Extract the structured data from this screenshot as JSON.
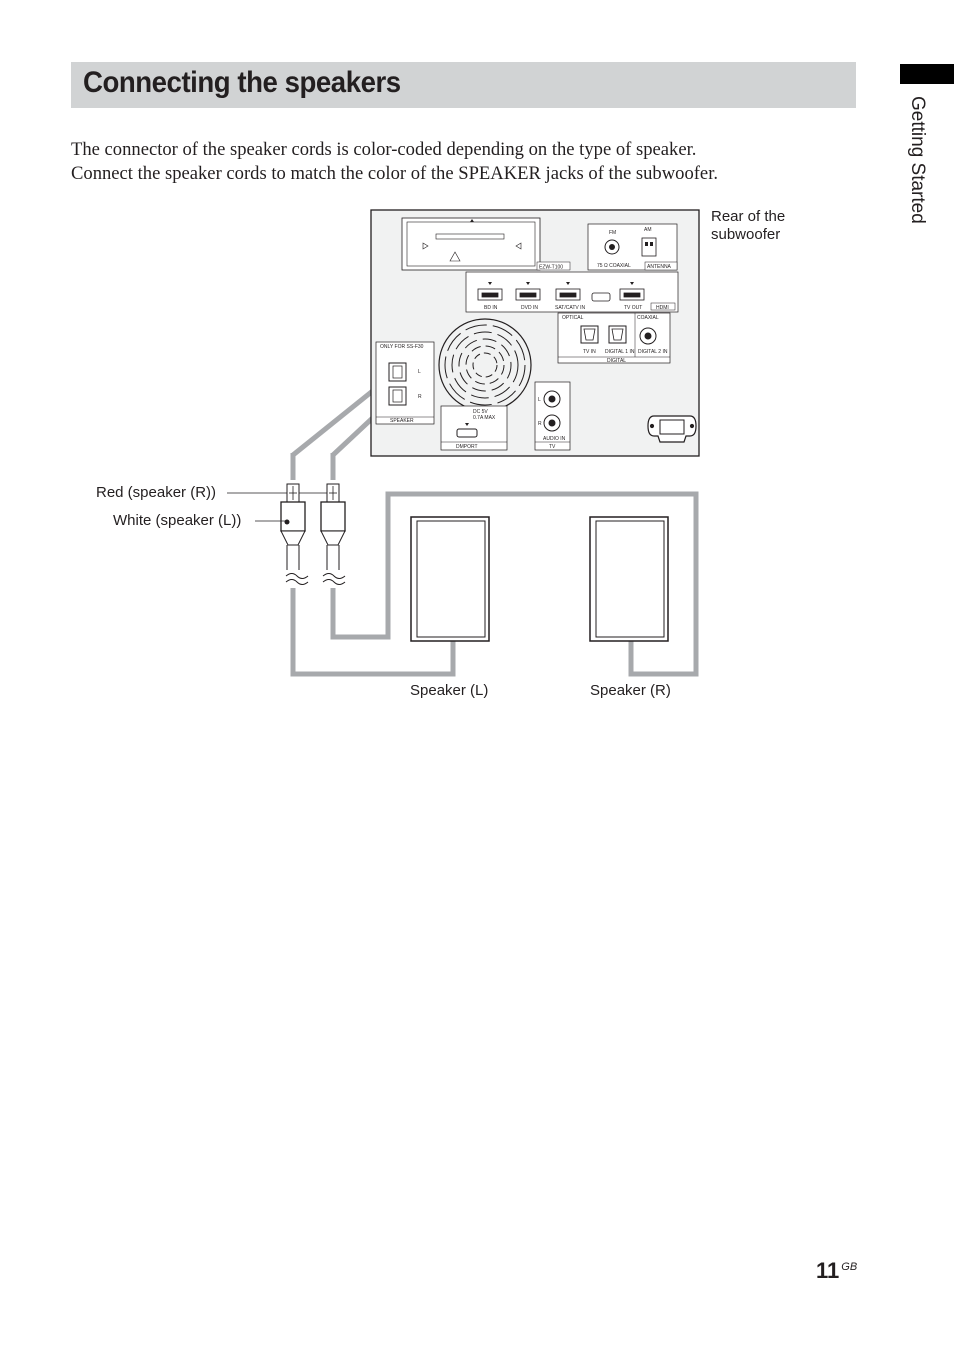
{
  "header": {
    "title": "Connecting the speakers",
    "section_tab": "Getting Started"
  },
  "intro": {
    "line1": "The connector of the speaker cords is color-coded depending on the type of speaker.",
    "line2": "Connect the speaker cords to match the color of the SPEAKER jacks of the subwoofer."
  },
  "diagram": {
    "rear_label_line1": "Rear of the",
    "rear_label_line2": "subwoofer",
    "red_label": "Red (speaker (R))",
    "white_label": "White (speaker (L))",
    "speaker_l_label": "Speaker (L)",
    "speaker_r_label": "Speaker (R)",
    "panel": {
      "module_name": "EZW-T100",
      "fm": "FM",
      "am": "AM",
      "coaxial_75": "75 Ω COAXIAL",
      "antenna": "ANTENNA",
      "hdmi_inputs": [
        "BD IN",
        "DVD IN",
        "SAT/CATV IN",
        "TV OUT"
      ],
      "hdmi": "HDMI",
      "optical": "OPTICAL",
      "coaxial": "COAXIAL",
      "digital_inputs": [
        "TV IN",
        "DIGITAL 1 IN",
        "DIGITAL 2 IN"
      ],
      "digital": "DIGITAL",
      "only_for": "ONLY FOR SS-F30",
      "speaker": "SPEAKER",
      "ch_l": "L",
      "ch_r": "R",
      "dc_line1": "DC 5V",
      "dc_line2": "0.7A MAX",
      "dmport": "DMPORT",
      "audio_in": "AUDIO IN",
      "tv": "TV"
    }
  },
  "footer": {
    "page_number": "11",
    "page_suffix": "GB"
  }
}
